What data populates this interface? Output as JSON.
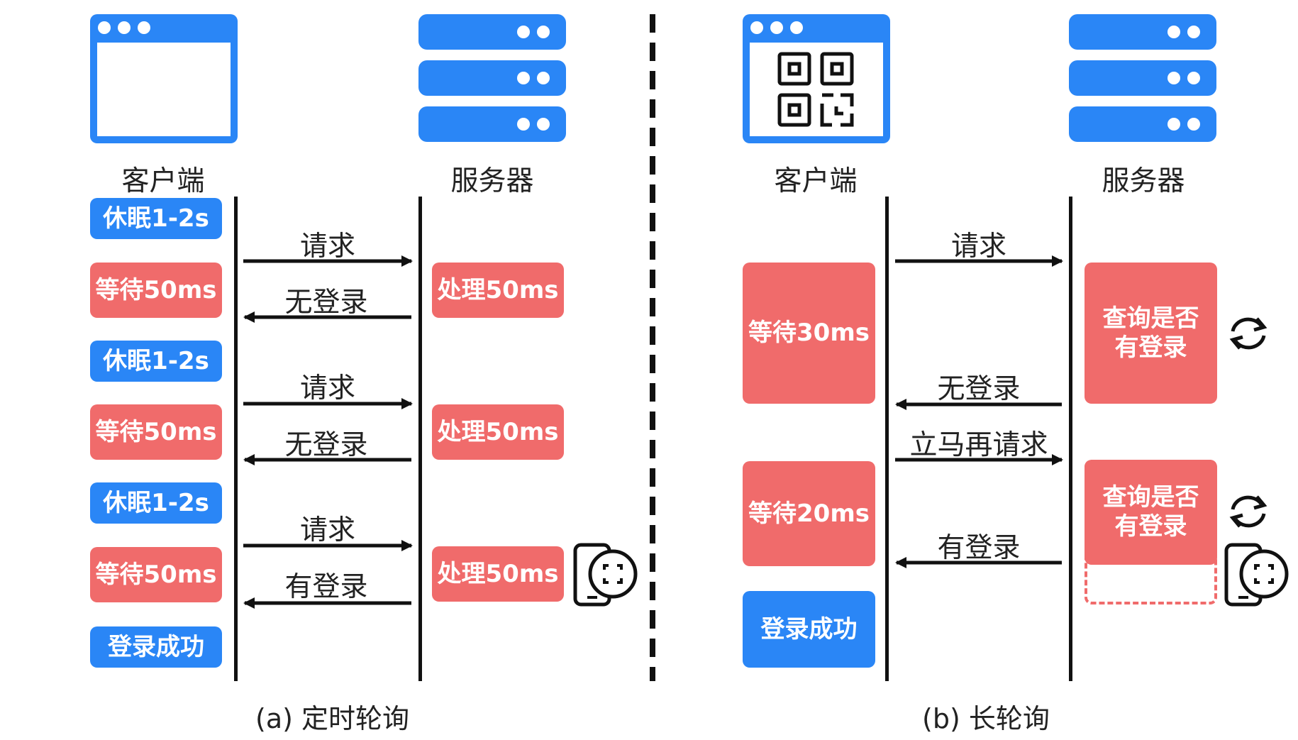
{
  "left": {
    "client_label": "客户端",
    "server_label": "服务器",
    "client_steps": [
      "休眠1-2s",
      "等待50ms",
      "休眠1-2s",
      "等待50ms",
      "休眠1-2s",
      "等待50ms",
      "登录成功"
    ],
    "server_steps": [
      "处理50ms",
      "处理50ms",
      "处理50ms"
    ],
    "messages": [
      "请求",
      "无登录",
      "请求",
      "无登录",
      "请求",
      "有登录"
    ],
    "caption": "(a) 定时轮询"
  },
  "right": {
    "client_label": "客户端",
    "server_label": "服务器",
    "client_steps": [
      "等待30ms",
      "等待20ms",
      "登录成功"
    ],
    "server_steps": [
      "查询是否\n有登录",
      "查询是否\n有登录"
    ],
    "messages": [
      "请求",
      "无登录",
      "立马再请求",
      "有登录"
    ],
    "caption": "(b) 长轮询"
  },
  "colors": {
    "blue": "#2a86f6",
    "red": "#f06b6b",
    "line": "#111111"
  },
  "icons": [
    "browser-window-icon",
    "server-rack-icon",
    "qr-code-icon",
    "phone-scan-icon",
    "refresh-icon"
  ]
}
